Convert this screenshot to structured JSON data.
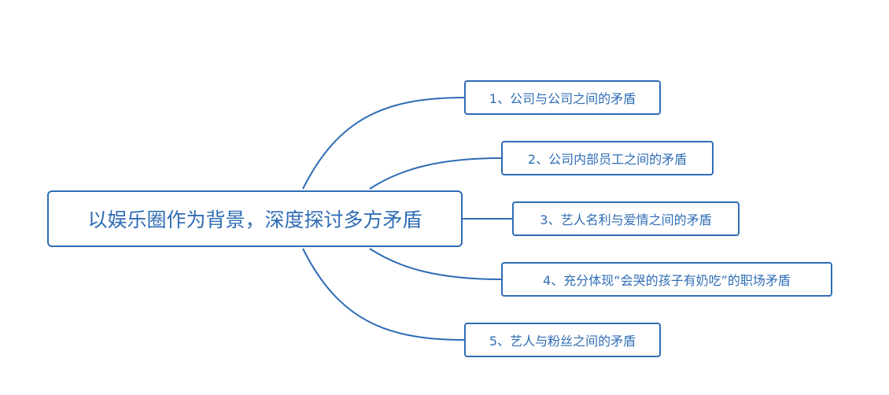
{
  "central_topic": {
    "label": "以娱乐圈作为背景，深度探讨多方矛盾"
  },
  "branches": [
    {
      "label": "1、公司与公司之间的矛盾"
    },
    {
      "label": "2、公司内部员工之间的矛盾"
    },
    {
      "label": "3、艺人名利与爱情之间的矛盾"
    },
    {
      "label": "4、充分体现“会哭的孩子有奶吃”的职场矛盾"
    },
    {
      "label": "5、艺人与粉丝之间的矛盾"
    }
  ],
  "colors": {
    "line": "#2f6db5",
    "node_border": "#2f6db5",
    "text": "#2f6db5",
    "background": "#ffffff"
  }
}
